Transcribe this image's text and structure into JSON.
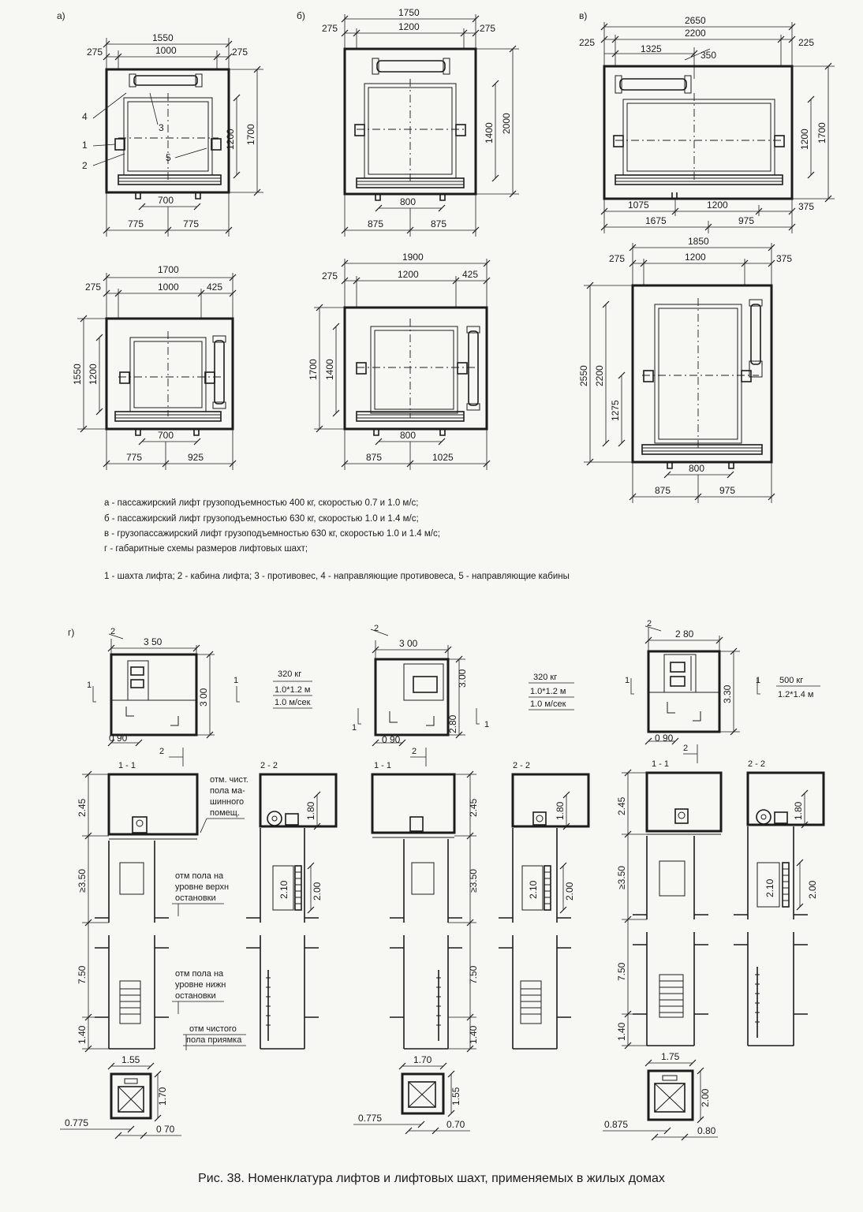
{
  "panel_letters": {
    "a": "а)",
    "b": "б)",
    "v": "в)",
    "g": "г)"
  },
  "plans": {
    "a_top": {
      "overall": "1550",
      "left": "275",
      "inner": "1000",
      "right": "275",
      "depth_outer": "1700",
      "depth_inner": "1200",
      "door": "700",
      "bot_left": "775",
      "bot_right": "775"
    },
    "b_top": {
      "overall": "1750",
      "left": "275",
      "inner": "1200",
      "right": "275",
      "depth_outer": "2000",
      "depth_inner": "1400",
      "door": "800",
      "bot_left": "875",
      "bot_right": "875"
    },
    "v_top": {
      "overall": "2650",
      "left": "225",
      "inner": "2200",
      "right": "225",
      "part1": "1325",
      "part2": "350",
      "depth_inner": "1200",
      "depth_outer": "1700",
      "bot1": "1075",
      "bot2": "1200",
      "bot3": "375",
      "bot4": "1675",
      "bot5": "975"
    },
    "a_bot": {
      "overall": "1700",
      "left": "275",
      "inner": "1000",
      "right": "425",
      "depth_outer": "1550",
      "depth_inner": "1200",
      "door": "700",
      "bot_left": "775",
      "bot_right": "925"
    },
    "b_bot": {
      "overall": "1900",
      "left": "275",
      "inner": "1200",
      "right": "425",
      "depth_outer": "1700",
      "depth_inner": "1400",
      "door": "800",
      "bot_left": "875",
      "bot_right": "1025"
    },
    "v_bot": {
      "overall": "1850",
      "left": "275",
      "inner": "1200",
      "right": "375",
      "depth_outer": "2550",
      "depth_inner": "2200",
      "depth_part": "1275",
      "door": "800",
      "bot_left": "875",
      "bot_right": "975"
    }
  },
  "callouts": [
    "4",
    "1",
    "2",
    "3",
    "5"
  ],
  "legend": [
    "а - пассажирский лифт грузоподъемностью 400 кг, скоростью 0.7 и 1.0 м/с;",
    "б - пассажирский лифт грузоподъемностью 630 кг, скоростью 1.0 и 1.4 м/с;",
    "в - грузопассажирский лифт грузоподъемностью 630 кг, скоростью 1.0 и 1.4 м/с;",
    "г - габаритные схемы размеров лифтовых шахт;",
    "1 - шахта лифта;  2 - кабина лифта;  3 - противовес,  4 - направляющие противовеса,  5 - направляющие кабины"
  ],
  "schemes": [
    {
      "width": "3 50",
      "depth": "3 00",
      "offset": "0 90",
      "cut2": "2",
      "cut1": "1",
      "load": "320 кг",
      "cabin": "1.0*1.2 м",
      "speed": "1.0 м/сек",
      "sec_a": "1 - 1",
      "sec_b": "2 - 2",
      "h_machine": "2.45",
      "h_top": "≥3.50",
      "h_mid": "7.50",
      "h_pit": "1.40",
      "h_room": "1.80",
      "h_cab": "2.10",
      "h_door": "2.00",
      "pit_w": "1.55",
      "pit_d": "1.70",
      "pit_off": "0.775",
      "pit_door": "0 70"
    },
    {
      "width": "3 00",
      "depth": "3.00",
      "depth2": "2.80",
      "offset": "0 90",
      "cut2": "2",
      "cut1": "1",
      "load": "320 кг",
      "cabin": "1.0*1.2 м",
      "speed": "1.0 м/сек",
      "sec_a": "1 - 1",
      "sec_b": "2 - 2",
      "h_machine": "2.45",
      "h_top": "≥3.50",
      "h_mid": "7.50",
      "h_pit": "1.40",
      "h_room": "1.80",
      "h_cab": "2.10",
      "h_door": "2.00",
      "pit_w": "1.70",
      "pit_d": "1.55",
      "pit_off": "0.775",
      "pit_door": "0.70"
    },
    {
      "width": "2 80",
      "depth": "3.30",
      "offset": "0 90",
      "cut2": "2",
      "cut1": "1",
      "load": "500 кг",
      "cabin": "1.2*1.4 м",
      "speed": "",
      "sec_a": "1 - 1",
      "sec_b": "2 - 2",
      "h_machine": "2.45",
      "h_top": "≥3.50",
      "h_mid": "7.50",
      "h_pit": "1.40",
      "h_room": "1.80",
      "h_cab": "2.10",
      "h_door": "2.00",
      "pit_w": "1.75",
      "pit_d": "2.00",
      "pit_off": "0.875",
      "pit_door": "0.80"
    }
  ],
  "section_notes": {
    "machine_floor": [
      "отм. чист.",
      "пола ма-",
      "шинного",
      "помещ."
    ],
    "top_stop": [
      "отм пола на",
      "уровне верхн",
      "остановки"
    ],
    "bottom_stop": [
      "отм  пола на",
      "уровне нижн",
      "остановки"
    ],
    "pit_floor": [
      "отм чистого",
      "пола приямка"
    ]
  },
  "caption": "Рис. 38.  Номенклатура лифтов и лифтовых шахт, применяемых в жилых домах"
}
